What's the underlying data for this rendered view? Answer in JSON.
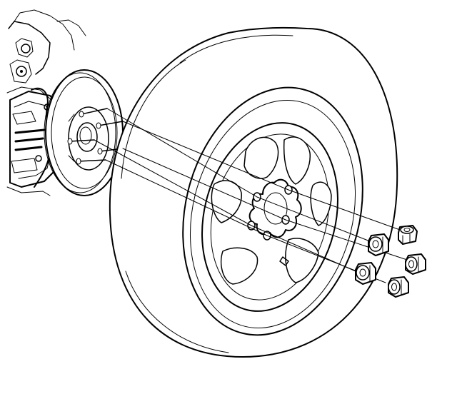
{
  "figure": {
    "background": "#ffffff",
    "line_color": "#000000",
    "parts": [
      "brake-assembly",
      "hub-rotor",
      "wheel-studs",
      "tire",
      "wheel-rim",
      "lug-nuts"
    ],
    "lug_nut_count": 5,
    "stud_count": 5
  }
}
